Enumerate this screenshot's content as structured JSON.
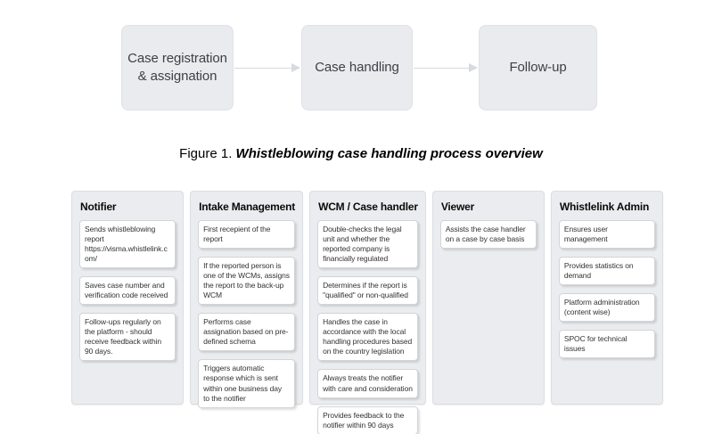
{
  "flow": {
    "steps": [
      "Case registration\n& assignation",
      "Case handling",
      "Follow-up"
    ]
  },
  "caption": {
    "prefix": "Figure 1. ",
    "title": "Whistleblowing case handling process overview"
  },
  "columns": [
    {
      "title": "Notifier",
      "cards": [
        "Sends whistleblowing report https://visma.whistlelink.com/",
        "Saves case number and verification code received",
        "Follow-ups regularly on the platform - should receive feedback within 90 days."
      ]
    },
    {
      "title": "Intake Management",
      "cards": [
        "First recepient of the report",
        "If the reported person is one of the WCMs, assigns the report to the back-up WCM",
        "Performs case assignation based on pre-defined schema",
        "Triggers automatic response which is sent within one business day to the notifier"
      ]
    },
    {
      "title": "WCM / Case handler",
      "cards": [
        "Double-checks the legal unit and whether the reported company is financially regulated",
        "Determines if the report is \"qualified\" or non-qualified",
        "Handles the case in accordance with the local handling procedures based on the country legislation",
        "Always treats the notifier with care and consideration",
        "Provides feedback to the notifier within 90 days"
      ]
    },
    {
      "title": "Viewer",
      "cards": [
        "Assists the case handler on a case by case basis"
      ]
    },
    {
      "title": "Whistlelink Admin",
      "cards": [
        "Ensures user management",
        "Provides statistics on demand",
        "Platform administration (content wise)",
        "SPOC for technical issues"
      ]
    }
  ],
  "colors": {
    "flow_box_fill": "#e9ebee",
    "flow_box_border": "#dfe2e6",
    "column_fill": "#eaecef",
    "column_border": "#dbdee2",
    "card_fill": "#ffffff",
    "card_border": "#d2d4d7",
    "arrow": "#d7dade",
    "text_dark": "#3c4148"
  }
}
